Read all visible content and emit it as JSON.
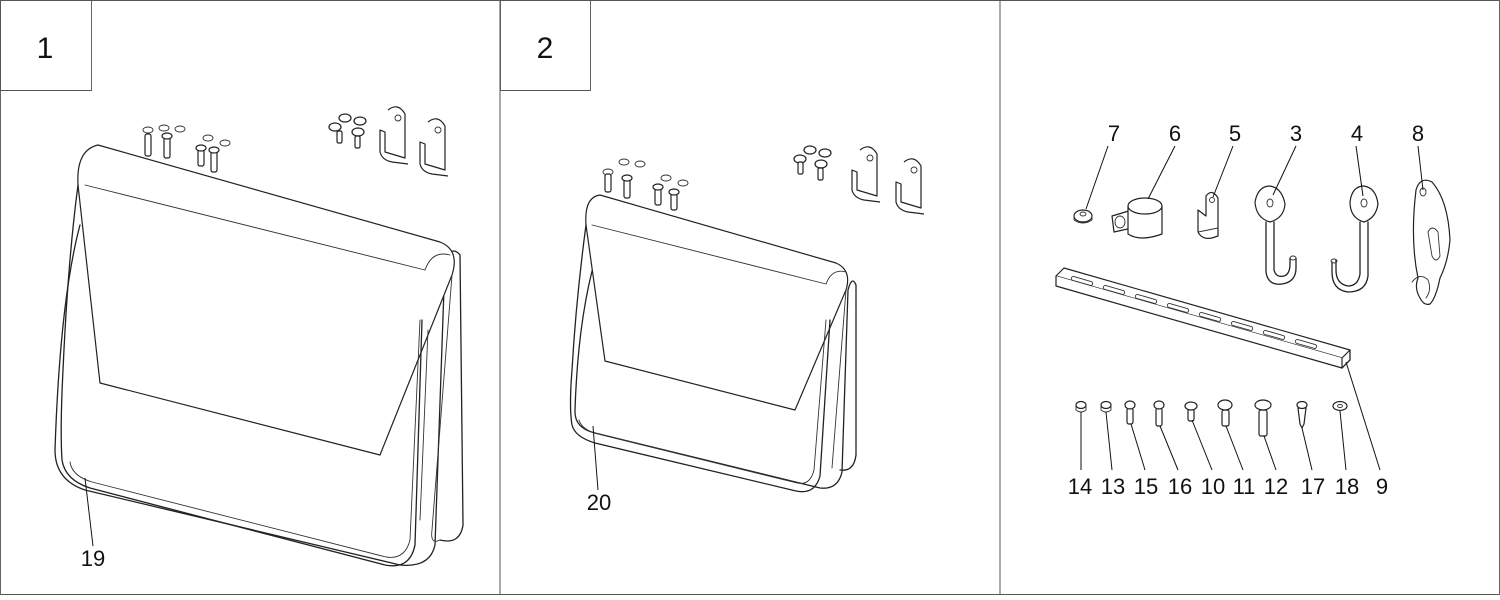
{
  "panels": [
    {
      "number": "1",
      "callouts": [
        "19"
      ]
    },
    {
      "number": "2",
      "callouts": [
        "20"
      ]
    },
    {
      "number": "",
      "callouts": [
        "7",
        "6",
        "5",
        "3",
        "4",
        "8",
        "9",
        "14",
        "13",
        "15",
        "16",
        "10",
        "11",
        "12",
        "17",
        "18"
      ]
    }
  ],
  "colors": {
    "line": "#222222",
    "background": "#ffffff"
  }
}
